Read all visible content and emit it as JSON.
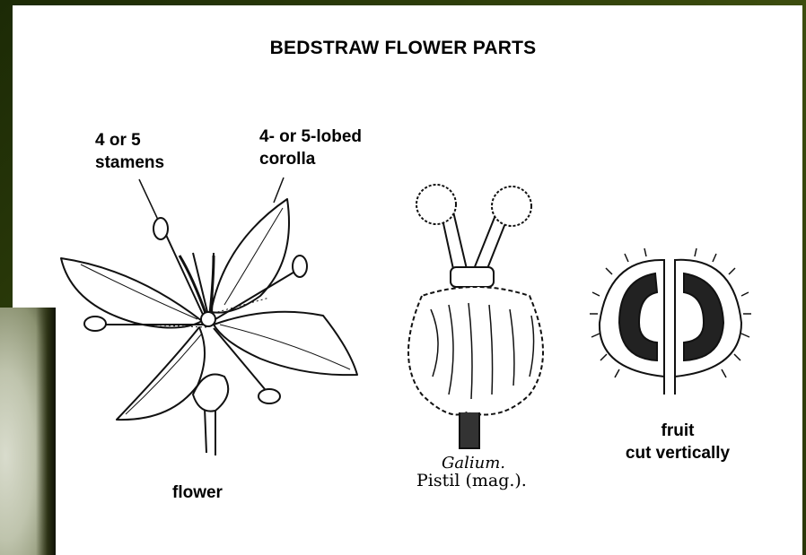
{
  "title": "BEDSTRAW FLOWER PARTS",
  "labels": {
    "stamens": [
      "4 or 5",
      "stamens"
    ],
    "corolla": [
      "4- or 5-lobed",
      "corolla"
    ],
    "flower": "flower",
    "galium": "Galium.",
    "pistil": "Pistil (mag.).",
    "fruit": [
      "fruit",
      "cut vertically"
    ]
  },
  "colors": {
    "background": "#2f3f0a",
    "panel": "#ffffff",
    "ink": "#000000"
  }
}
